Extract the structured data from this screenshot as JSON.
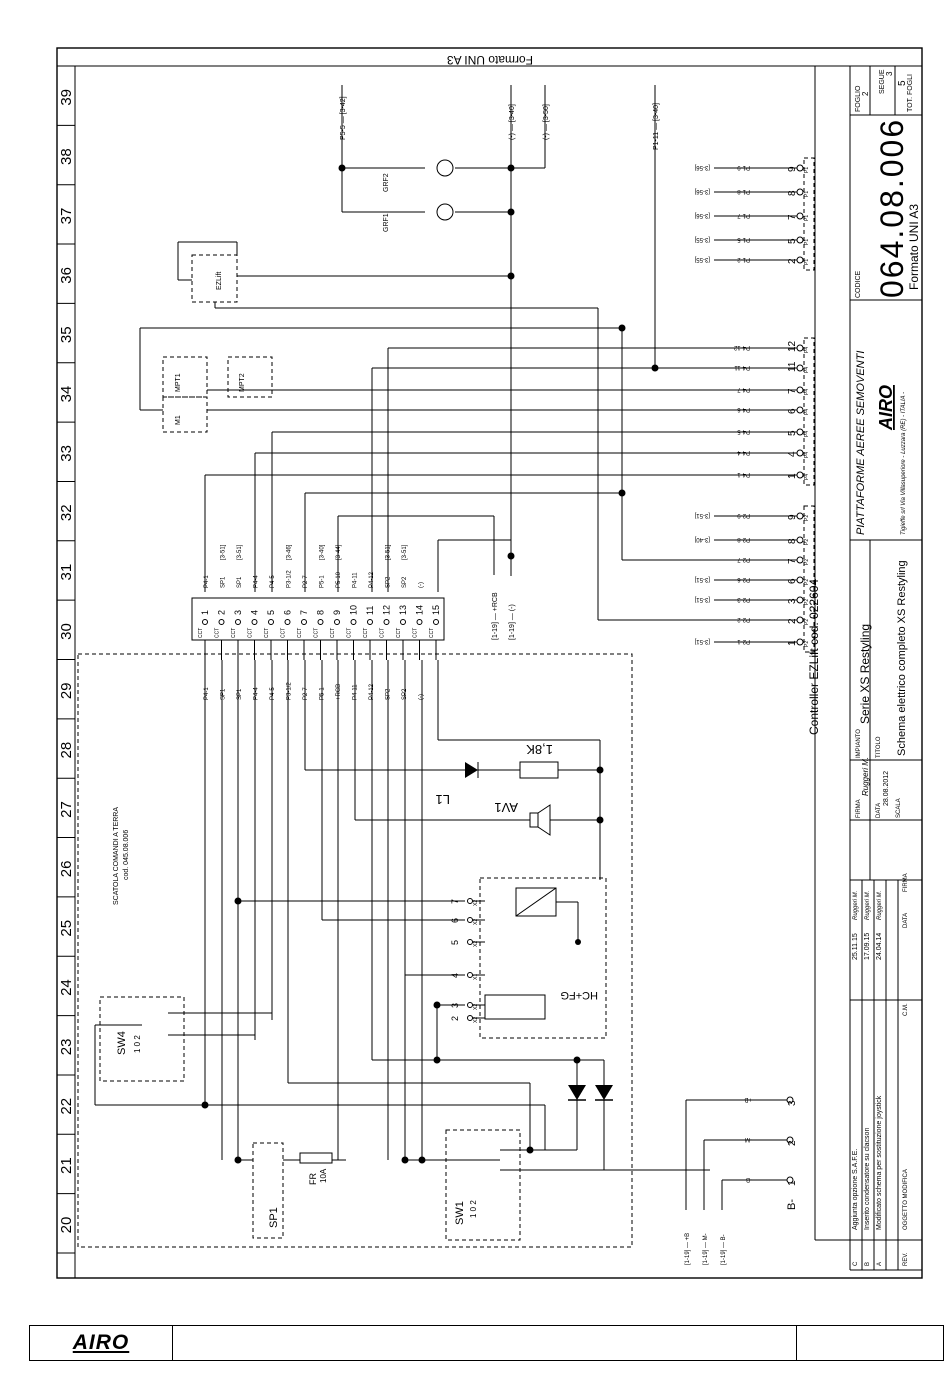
{
  "sheet": {
    "format_label": "Formato UNI A3",
    "format_label_bottom": "Formato UNI A3",
    "column_numbers": [
      "39",
      "38",
      "37",
      "36",
      "35",
      "34",
      "33",
      "32",
      "31",
      "30",
      "29",
      "28",
      "27",
      "26",
      "25",
      "24",
      "23",
      "22",
      "21",
      "20"
    ]
  },
  "title_block": {
    "code_label": "CODICE",
    "code": "064.08.006",
    "foglio_label": "FOGLIO",
    "foglio_value": "2",
    "segue_label": "SEGUE",
    "segue_value": "3",
    "tot_fogli_label": "TOT. FOGLI",
    "tot_fogli_value": "5",
    "company_line": "PIATTAFORME AEREE SEMOVENTI",
    "company_logo": "AIRO",
    "company_address": "Tigieffe srl Via Villasuperiore - Luzzara (RE) - ITALIA -",
    "impianto_label": "IMPIANTO",
    "impianto": "Serie XS Restyling",
    "titolo_label": "TITOLO",
    "titolo": "Schema elettrico completo XS Restyling",
    "firma_label": "FIRMA",
    "firma_value": "Ruggeri M.",
    "data_label": "DATA",
    "data_value": "28.08.2012",
    "scala_label": "SCALA",
    "revisions": [
      {
        "rev": "C",
        "description": "Aggiunta opzione S.A.F.E.",
        "date": "25.11.15",
        "signature": "Ruggeri M."
      },
      {
        "rev": "B",
        "description": "Inserito condensatore su clacson",
        "date": "17.09.15",
        "signature": "Ruggeri M."
      },
      {
        "rev": "A",
        "description": "Modificato schema per sostituzione joystick",
        "date": "24.04.14",
        "signature": "Ruggeri M."
      }
    ],
    "rev_header": "REV.",
    "oggetto_header": "OGGETTO MODIFICA",
    "cm_header": "C.M.",
    "data_header": "DATA",
    "firma_header": "FIRMA"
  },
  "controller_label": "Controller EZLift cod. 022604",
  "box_label": "SCATOLA COMANDI A TERRA",
  "box_code": "cod. 045.08.006",
  "terminal_block": {
    "numbers": [
      "1",
      "2",
      "3",
      "4",
      "5",
      "6",
      "7",
      "8",
      "9",
      "10",
      "11",
      "12",
      "13",
      "14",
      "15"
    ],
    "pin_codes": [
      "P4-1",
      "SP1",
      "SP1",
      "P4-4",
      "P4-5",
      "P3-1/2",
      "P2-7",
      "P5-1",
      "P5-10",
      "P4-11",
      "P4-12",
      "SP2",
      "SP2",
      "(-)",
      ""
    ],
    "pin_codes_lower": [
      "P4-1",
      "SP1",
      "SP1",
      "P4-4",
      "P4-5",
      "P3-1/2",
      "P2-7",
      "P5-1",
      "+RCB",
      "P4-11",
      "P4-12",
      "SP2",
      "SP2",
      "(-)",
      ""
    ],
    "refs": [
      "",
      "[3-51]",
      "[3-51]",
      "",
      "",
      "[3-46]",
      "",
      "[3-40]",
      "[3-44]",
      "",
      "",
      "[3-51]",
      "[3-51]",
      "",
      ""
    ],
    "cct": "CCT"
  },
  "components": {
    "ezlift": "EZLift",
    "grf1": "GRF1",
    "grf2": "GRF2",
    "mpt1": "MPT1",
    "mpt2": "MPT2",
    "m1": "M1",
    "sw4": "SW4",
    "sw4_pos": "1 0 2",
    "sw1": "SW1",
    "sw1_pos": "1 0 2",
    "sp1": "SP1",
    "fr": "FR",
    "fr_rating": "10A",
    "l1": "L1",
    "av1": "AV1",
    "resistor": "1,8K",
    "hcfg": "HC+FG",
    "b_minus": "B-"
  },
  "top_refs": [
    "P5-5 — [3-42]",
    "(-) — [3-40]",
    "(-) — [3-50]",
    "P1-11 — [3-40]"
  ],
  "p1_connector": {
    "label": "P1",
    "pins": [
      "9",
      "8",
      "7",
      "5",
      "2"
    ],
    "wires": [
      "P1-9",
      "P1-8",
      "P1-7",
      "P1-5",
      "P1-2"
    ],
    "refs": [
      "[3-56]",
      "[3-56]",
      "[3-56]",
      "[3-55]",
      "[3-55]"
    ]
  },
  "p4_connector": {
    "label": "P4",
    "pins": [
      "12",
      "11",
      "7",
      "6",
      "5",
      "4",
      "1"
    ],
    "wires": [
      "P4-12",
      "P4-11",
      "P4-7",
      "P4-6",
      "P4-5",
      "P4-4",
      "P4-1"
    ]
  },
  "p2_connector": {
    "label": "P2",
    "pins": [
      "9",
      "8",
      "7",
      "6",
      "3",
      "2",
      "1"
    ],
    "wires": [
      "P2-9",
      "P2-8",
      "P2-7",
      "P2-6",
      "P2-3",
      "P2-2",
      "P2-1"
    ],
    "refs": [
      "[3-51]",
      "[3-40]",
      "",
      "[3-51]",
      "[3-51]",
      "",
      "[3-51]"
    ]
  },
  "b_connector": {
    "pins": [
      "3",
      "2",
      "1"
    ],
    "labels": [
      "+B",
      "-M",
      "-B"
    ],
    "refs": [
      "[1-19] — +B",
      "[1-19] — M-",
      "[1-19] — B-"
    ]
  },
  "left_refs": [
    "[1-19] — +RCB",
    "[1-19] — (-)"
  ],
  "hc_pins": [
    "7",
    "6",
    "5",
    "4",
    "3",
    "2"
  ],
  "hc_labels": [
    "X2",
    "X2",
    "X2",
    "X1",
    "X2",
    "X2"
  ],
  "footer": {
    "logo": "AIRO"
  }
}
